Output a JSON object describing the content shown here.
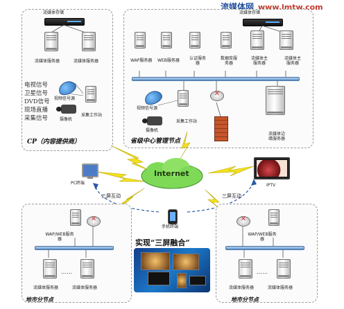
{
  "brand": {
    "name": "流媒体网",
    "url": "www.lmtw.com"
  },
  "cp": {
    "storage_label": "流媒体存储",
    "server_labels": [
      "流媒体服务器",
      "流媒体服务器"
    ],
    "sources": [
      "电视信号",
      "卫星信号",
      "DVD信号",
      "现场直播",
      "采集信号"
    ],
    "video_source_label": "视频信号源",
    "workstation_label": "采集工作站",
    "camera_label": "摄像机",
    "title": "CP（内容提供商）"
  },
  "center": {
    "storage_label": "流媒体存储",
    "server_labels": [
      "WAP服务器",
      "WEB服务器",
      "认证服务器",
      "数据库服务器",
      "流媒体主服务器",
      "流媒体主服务器"
    ],
    "video_source_label": "视频信号源",
    "workstation_label": "采集工作站",
    "camera_label": "摄像机",
    "edge_label": "流媒体边缘服务器",
    "title": "省级中心管理节点"
  },
  "internet": {
    "label": "Internet"
  },
  "terminals": {
    "pc": "PC终端",
    "iptv": "IPTV",
    "mobile": "手机终端",
    "interaction_left": "三屏互动",
    "interaction_right": "三屏互动"
  },
  "fusion": {
    "title": "实现“三屏融合”"
  },
  "left_node": {
    "server_label": "WAP/WEB服务器",
    "stream_labels": [
      "流媒体服务器",
      "流媒体服务器"
    ],
    "ellipsis": "……",
    "title": "地市分节点"
  },
  "right_node": {
    "server_label": "WAP/WEB服务器",
    "stream_labels": [
      "流媒体服务器",
      "流媒体服务器"
    ],
    "ellipsis": "……",
    "title": "地市分节点"
  }
}
